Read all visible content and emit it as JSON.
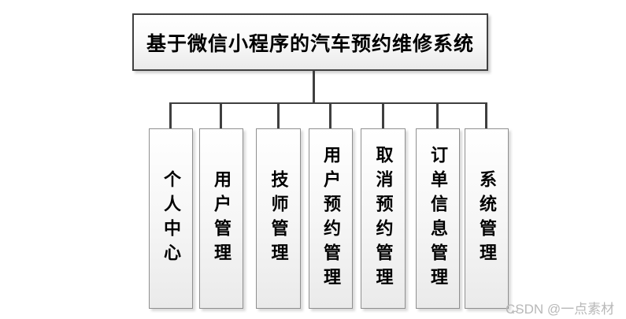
{
  "diagram": {
    "title": "基于微信小程序的汽车预约维修系统",
    "modules": [
      {
        "label": "个人中心"
      },
      {
        "label": "用户管理"
      },
      {
        "label": "技师管理"
      },
      {
        "label": "用户预约管理"
      },
      {
        "label": "取消预约管理"
      },
      {
        "label": "订单信息管理"
      },
      {
        "label": "系统管理"
      }
    ]
  },
  "watermark": {
    "text": "CSDN @一点素材",
    "arrow_icon": "↩"
  },
  "colors": {
    "background": "#ffffff",
    "connector_line": "#3f3f3f",
    "title_border": "#404040",
    "module_border": "#8f8f8f",
    "node_fill_top": "#ffffff",
    "node_fill_bottom": "#eaeaea",
    "text": "#000000",
    "watermark": "#b8b8b8"
  }
}
